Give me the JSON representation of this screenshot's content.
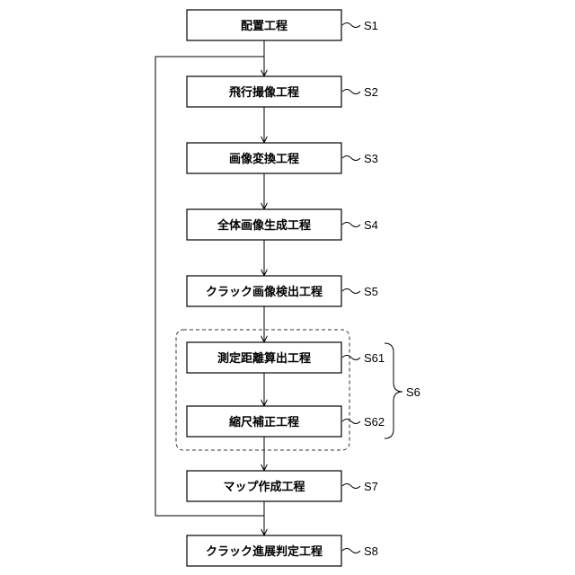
{
  "steps": [
    {
      "id": "S1",
      "label": "配置工程"
    },
    {
      "id": "S2",
      "label": "飛行撮像工程"
    },
    {
      "id": "S3",
      "label": "画像変換工程"
    },
    {
      "id": "S4",
      "label": "全体画像生成工程"
    },
    {
      "id": "S5",
      "label": "クラック画像検出工程"
    },
    {
      "id": "S61",
      "label": "測定距離算出工程"
    },
    {
      "id": "S62",
      "label": "縮尺補正工程"
    },
    {
      "id": "S7",
      "label": "マップ作成工程"
    },
    {
      "id": "S8",
      "label": "クラック進展判定工程"
    }
  ],
  "group": {
    "id": "S6"
  }
}
